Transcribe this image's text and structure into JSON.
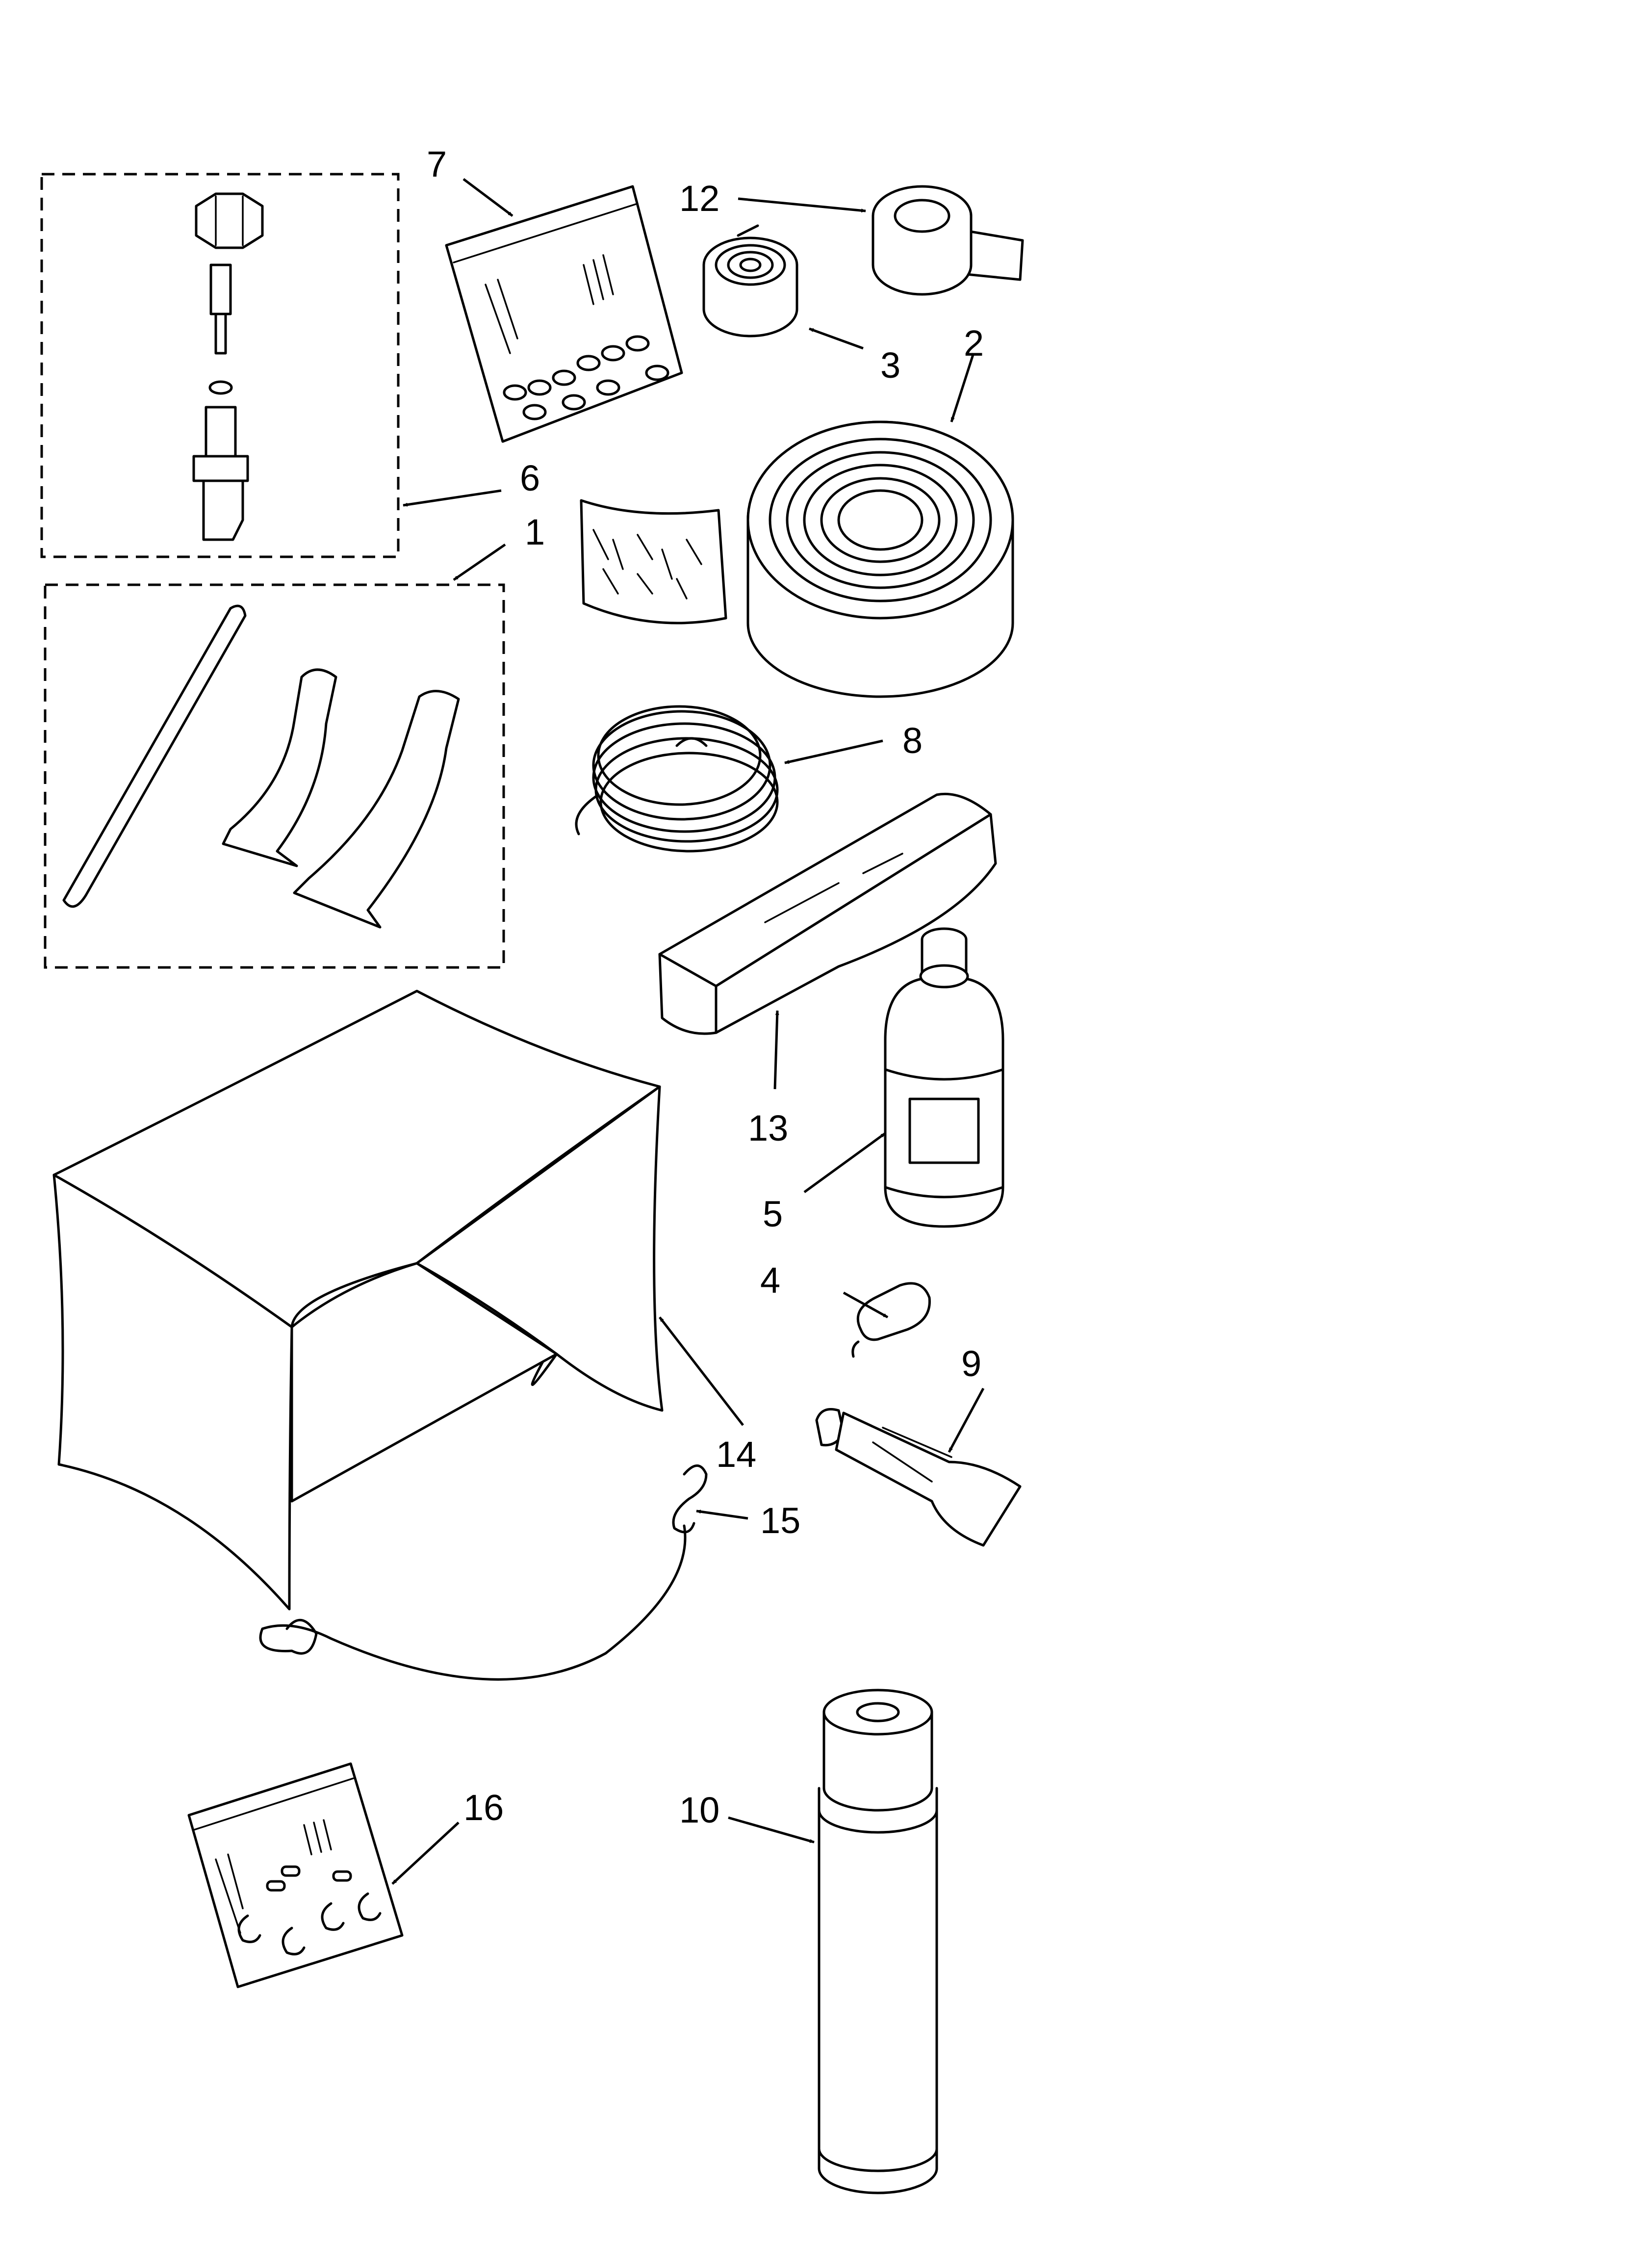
{
  "parts": [
    {
      "key": "p1",
      "label": "1",
      "icon": "tube-kit-icon"
    },
    {
      "key": "p2",
      "label": "2",
      "icon": "insulation-roll-icon"
    },
    {
      "key": "p3",
      "label": "3",
      "icon": "tape-roll-icon"
    },
    {
      "key": "p4",
      "label": "4",
      "icon": "capsule-icon"
    },
    {
      "key": "p5",
      "label": "5",
      "icon": "bottle-icon"
    },
    {
      "key": "p6",
      "label": "6",
      "icon": "valve-fitting-icon"
    },
    {
      "key": "p7",
      "label": "7",
      "icon": "parts-bag-icon"
    },
    {
      "key": "p8",
      "label": "8",
      "icon": "wire-coil-icon"
    },
    {
      "key": "p9",
      "label": "9",
      "icon": "spray-can-icon"
    },
    {
      "key": "p10",
      "label": "10",
      "icon": "tube-icon"
    },
    {
      "key": "p12",
      "label": "12",
      "icon": "tape-roll-icon"
    },
    {
      "key": "p13",
      "label": "13",
      "icon": "putty-bar-icon"
    },
    {
      "key": "p14",
      "label": "14",
      "icon": "cover-icon"
    },
    {
      "key": "p15",
      "label": "15",
      "icon": "hook-cord-icon"
    },
    {
      "key": "p16",
      "label": "16",
      "icon": "clips-bag-icon"
    }
  ],
  "arrowhead": "arrow-icon"
}
